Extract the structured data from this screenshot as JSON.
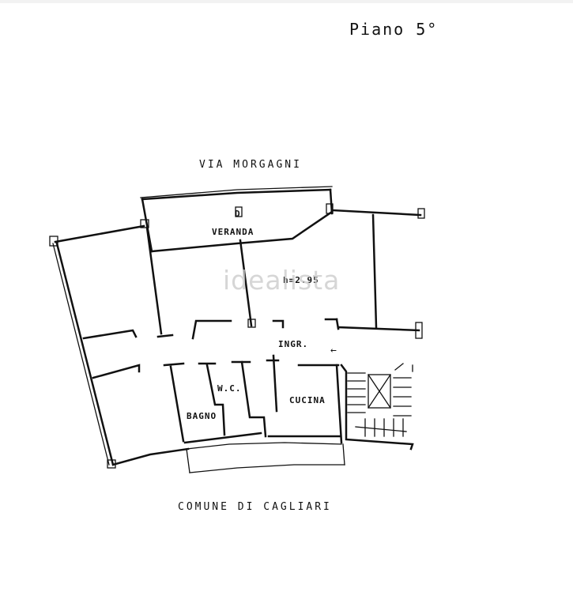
{
  "floor_label": "Piano 5°",
  "street_label": "VIA MORGAGNI",
  "municipality_label": "COMUNE DI CAGLIARI",
  "watermark": "idealista",
  "rooms": {
    "veranda": "VERANDA",
    "veranda_marker": "D",
    "height": "h=2.95",
    "entrance": "INGR.",
    "entrance_arrow": "←",
    "wc": "W.C.",
    "bathroom": "BAGNO",
    "kitchen": "CUCINA"
  },
  "colors": {
    "ink": "#111111",
    "watermark": "#c9c9c9",
    "background": "#ffffff"
  }
}
